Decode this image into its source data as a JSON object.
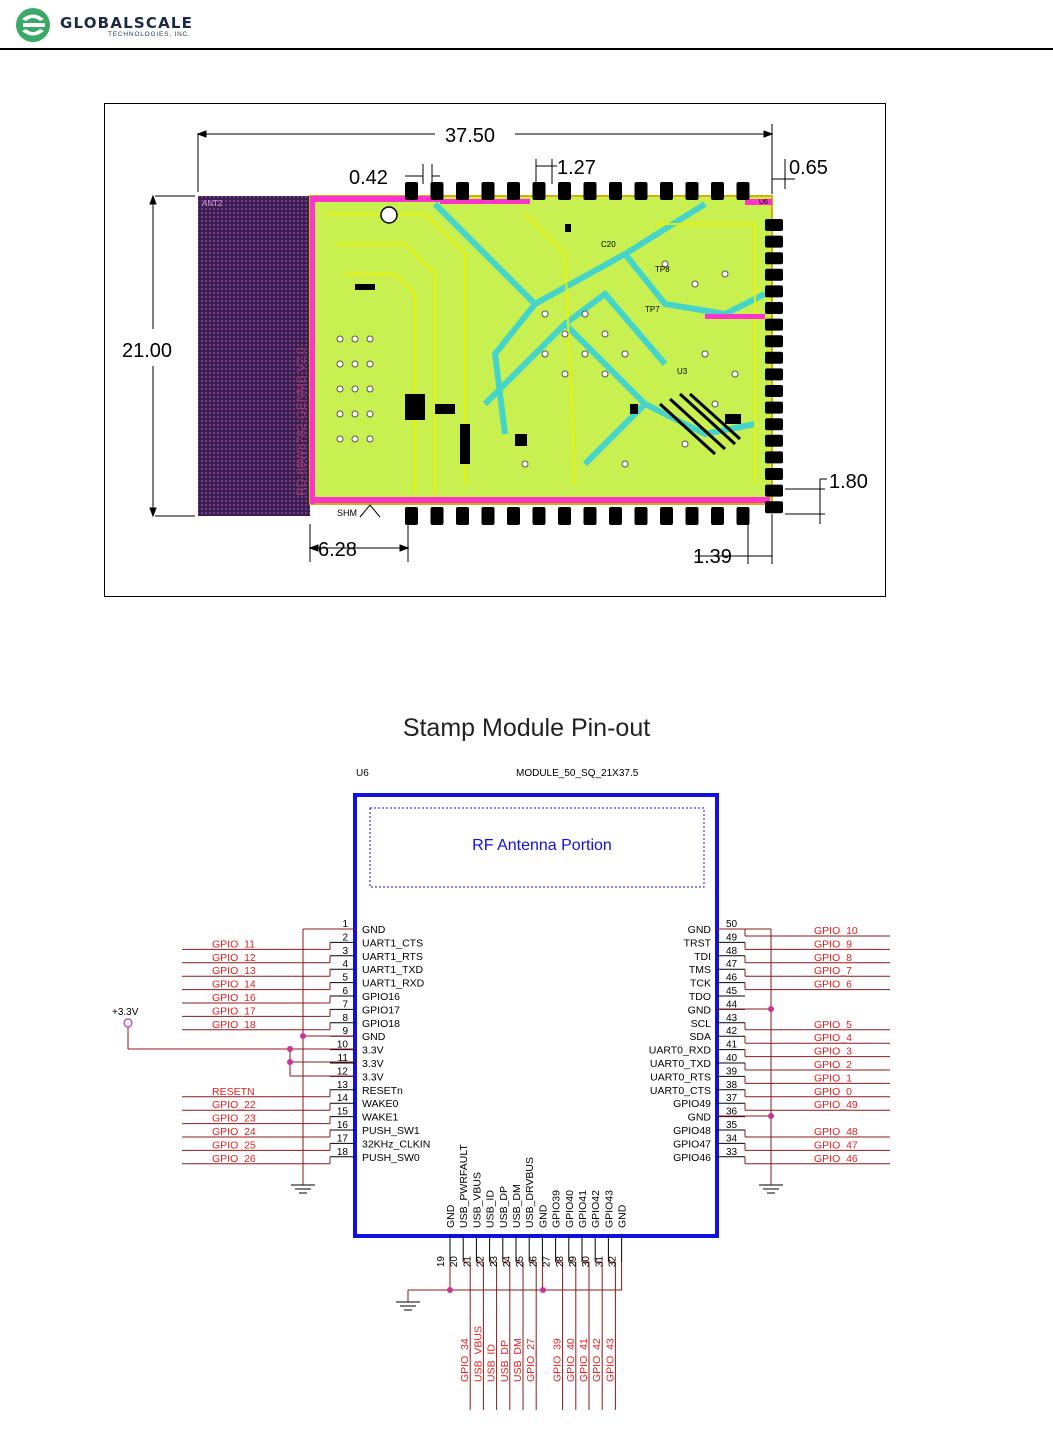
{
  "header": {
    "logo_word": "GLOBALSCALE",
    "logo_sub": "TECHNOLOGIES, INC."
  },
  "colors": {
    "brand": "#1d2a45",
    "logo_green": "#3aa866",
    "module_border": "#1010e0",
    "net_red": "#e51e1e",
    "wire": "#8b1a1a",
    "power_pink": "#cc3399"
  },
  "pcb": {
    "dims": {
      "width": "37.50",
      "height": "21.00",
      "pad_gap": "0.42",
      "pitch": "1.27",
      "edge_offset": "0.65",
      "antenna": "6.28",
      "bottom_offset": "1.80",
      "corner_offset": "1.39"
    },
    "silk": {
      "ant": "ANT2",
      "u": "U6",
      "shm": "SHM",
      "vertical": "RD-88W8782-GENMB V2.0",
      "ref_c20": "C20",
      "ref_tp": "TP7",
      "ref_u3": "U3",
      "ref_tp2": "TP8"
    }
  },
  "pinout": {
    "title": "Stamp Module Pin-out",
    "ref": "U6",
    "part": "MODULE_50_SQ_21X37.5",
    "antenna_label": "RF Antenna Portion",
    "power_label": "+3.3V",
    "left_pins": [
      {
        "num": "1",
        "name": "GND",
        "net": ""
      },
      {
        "num": "2",
        "name": "UART1_CTS",
        "net": "GPIO_11"
      },
      {
        "num": "3",
        "name": "UART1_RTS",
        "net": "GPIO_12"
      },
      {
        "num": "4",
        "name": "UART1_TXD",
        "net": "GPIO_13"
      },
      {
        "num": "5",
        "name": "UART1_RXD",
        "net": "GPIO_14"
      },
      {
        "num": "6",
        "name": "GPIO16",
        "net": "GPIO_16"
      },
      {
        "num": "7",
        "name": "GPIO17",
        "net": "GPIO_17"
      },
      {
        "num": "8",
        "name": "GPIO18",
        "net": "GPIO_18"
      },
      {
        "num": "9",
        "name": "GND",
        "net": ""
      },
      {
        "num": "10",
        "name": "3.3V",
        "net": ""
      },
      {
        "num": "11",
        "name": "3.3V",
        "net": ""
      },
      {
        "num": "12",
        "name": "3.3V",
        "net": ""
      },
      {
        "num": "13",
        "name": "RESETn",
        "net": "RESETN"
      },
      {
        "num": "14",
        "name": "WAKE0",
        "net": "GPIO_22"
      },
      {
        "num": "15",
        "name": "WAKE1",
        "net": "GPIO_23"
      },
      {
        "num": "16",
        "name": "PUSH_SW1",
        "net": "GPIO_24"
      },
      {
        "num": "17",
        "name": "32KHz_CLKIN",
        "net": "GPIO_25"
      },
      {
        "num": "18",
        "name": "PUSH_SW0",
        "net": "GPIO_26"
      }
    ],
    "right_pins": [
      {
        "num": "50",
        "name": "GND",
        "net": "GPIO_10"
      },
      {
        "num": "49",
        "name": "TRST",
        "net": "GPIO_9"
      },
      {
        "num": "48",
        "name": "TDI",
        "net": "GPIO_8"
      },
      {
        "num": "47",
        "name": "TMS",
        "net": "GPIO_7"
      },
      {
        "num": "46",
        "name": "TCK",
        "net": "GPIO_6"
      },
      {
        "num": "45",
        "name": "TDO",
        "net": ""
      },
      {
        "num": "44",
        "name": "GND",
        "net": ""
      },
      {
        "num": "43",
        "name": "SCL",
        "net": "GPIO_5"
      },
      {
        "num": "42",
        "name": "SDA",
        "net": "GPIO_4"
      },
      {
        "num": "41",
        "name": "UART0_RXD",
        "net": "GPIO_3"
      },
      {
        "num": "40",
        "name": "UART0_TXD",
        "net": "GPIO_2"
      },
      {
        "num": "39",
        "name": "UART0_RTS",
        "net": "GPIO_1"
      },
      {
        "num": "38",
        "name": "UART0_CTS",
        "net": "GPIO_0"
      },
      {
        "num": "37",
        "name": "GPIO49",
        "net": "GPIO_49"
      },
      {
        "num": "36",
        "name": "GND",
        "net": ""
      },
      {
        "num": "35",
        "name": "GPIO48",
        "net": "GPIO_48"
      },
      {
        "num": "34",
        "name": "GPIO47",
        "net": "GPIO_47"
      },
      {
        "num": "33",
        "name": "GPIO46",
        "net": "GPIO_46"
      }
    ],
    "bottom_pins": [
      {
        "num": "19",
        "name": "GND",
        "net": ""
      },
      {
        "num": "20",
        "name": "USB_PWRFAULT",
        "net": "GPIO_34"
      },
      {
        "num": "21",
        "name": "USB_VBUS",
        "net": "USB_VBUS"
      },
      {
        "num": "22",
        "name": "USB_ID",
        "net": "USB_ID"
      },
      {
        "num": "23",
        "name": "USB_DP",
        "net": "USB_DP"
      },
      {
        "num": "24",
        "name": "USB_DM",
        "net": "USB_DM"
      },
      {
        "num": "25",
        "name": "USB_DRVBUS",
        "net": "GPIO_27"
      },
      {
        "num": "26",
        "name": "GND",
        "net": ""
      },
      {
        "num": "27",
        "name": "GPIO39",
        "net": "GPIO_39"
      },
      {
        "num": "28",
        "name": "GPIO40",
        "net": "GPIO_40"
      },
      {
        "num": "29",
        "name": "GPIO41",
        "net": "GPIO_41"
      },
      {
        "num": "30",
        "name": "GPIO42",
        "net": "GPIO_42"
      },
      {
        "num": "31",
        "name": "GPIO43",
        "net": "GPIO_43"
      },
      {
        "num": "32",
        "name": "GND",
        "net": ""
      }
    ]
  }
}
